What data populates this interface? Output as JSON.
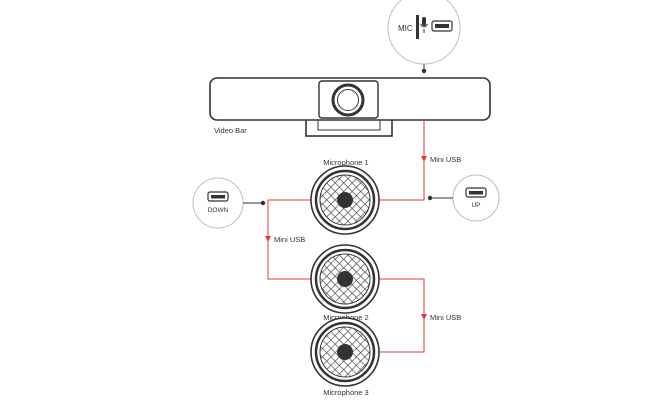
{
  "colors": {
    "cable": "#e23a3a",
    "outline": "#333333",
    "bubble": "#bdbdbd",
    "mesh": "#444444",
    "background": "#ffffff"
  },
  "labels": {
    "video_bar": "Video Bar",
    "mic_connector": "MIC",
    "microphone_1": "Microphone 1",
    "microphone_2": "Microphone 2",
    "microphone_3": "Microphone 3",
    "cable_1": "Mini USB",
    "cable_2": "Mini USB",
    "cable_3": "Mini USB",
    "port_down": "DOWN",
    "port_up": "UP"
  },
  "icons": {
    "mic_port": "microphone-icon",
    "usb_port": "mini-usb-port-icon"
  }
}
